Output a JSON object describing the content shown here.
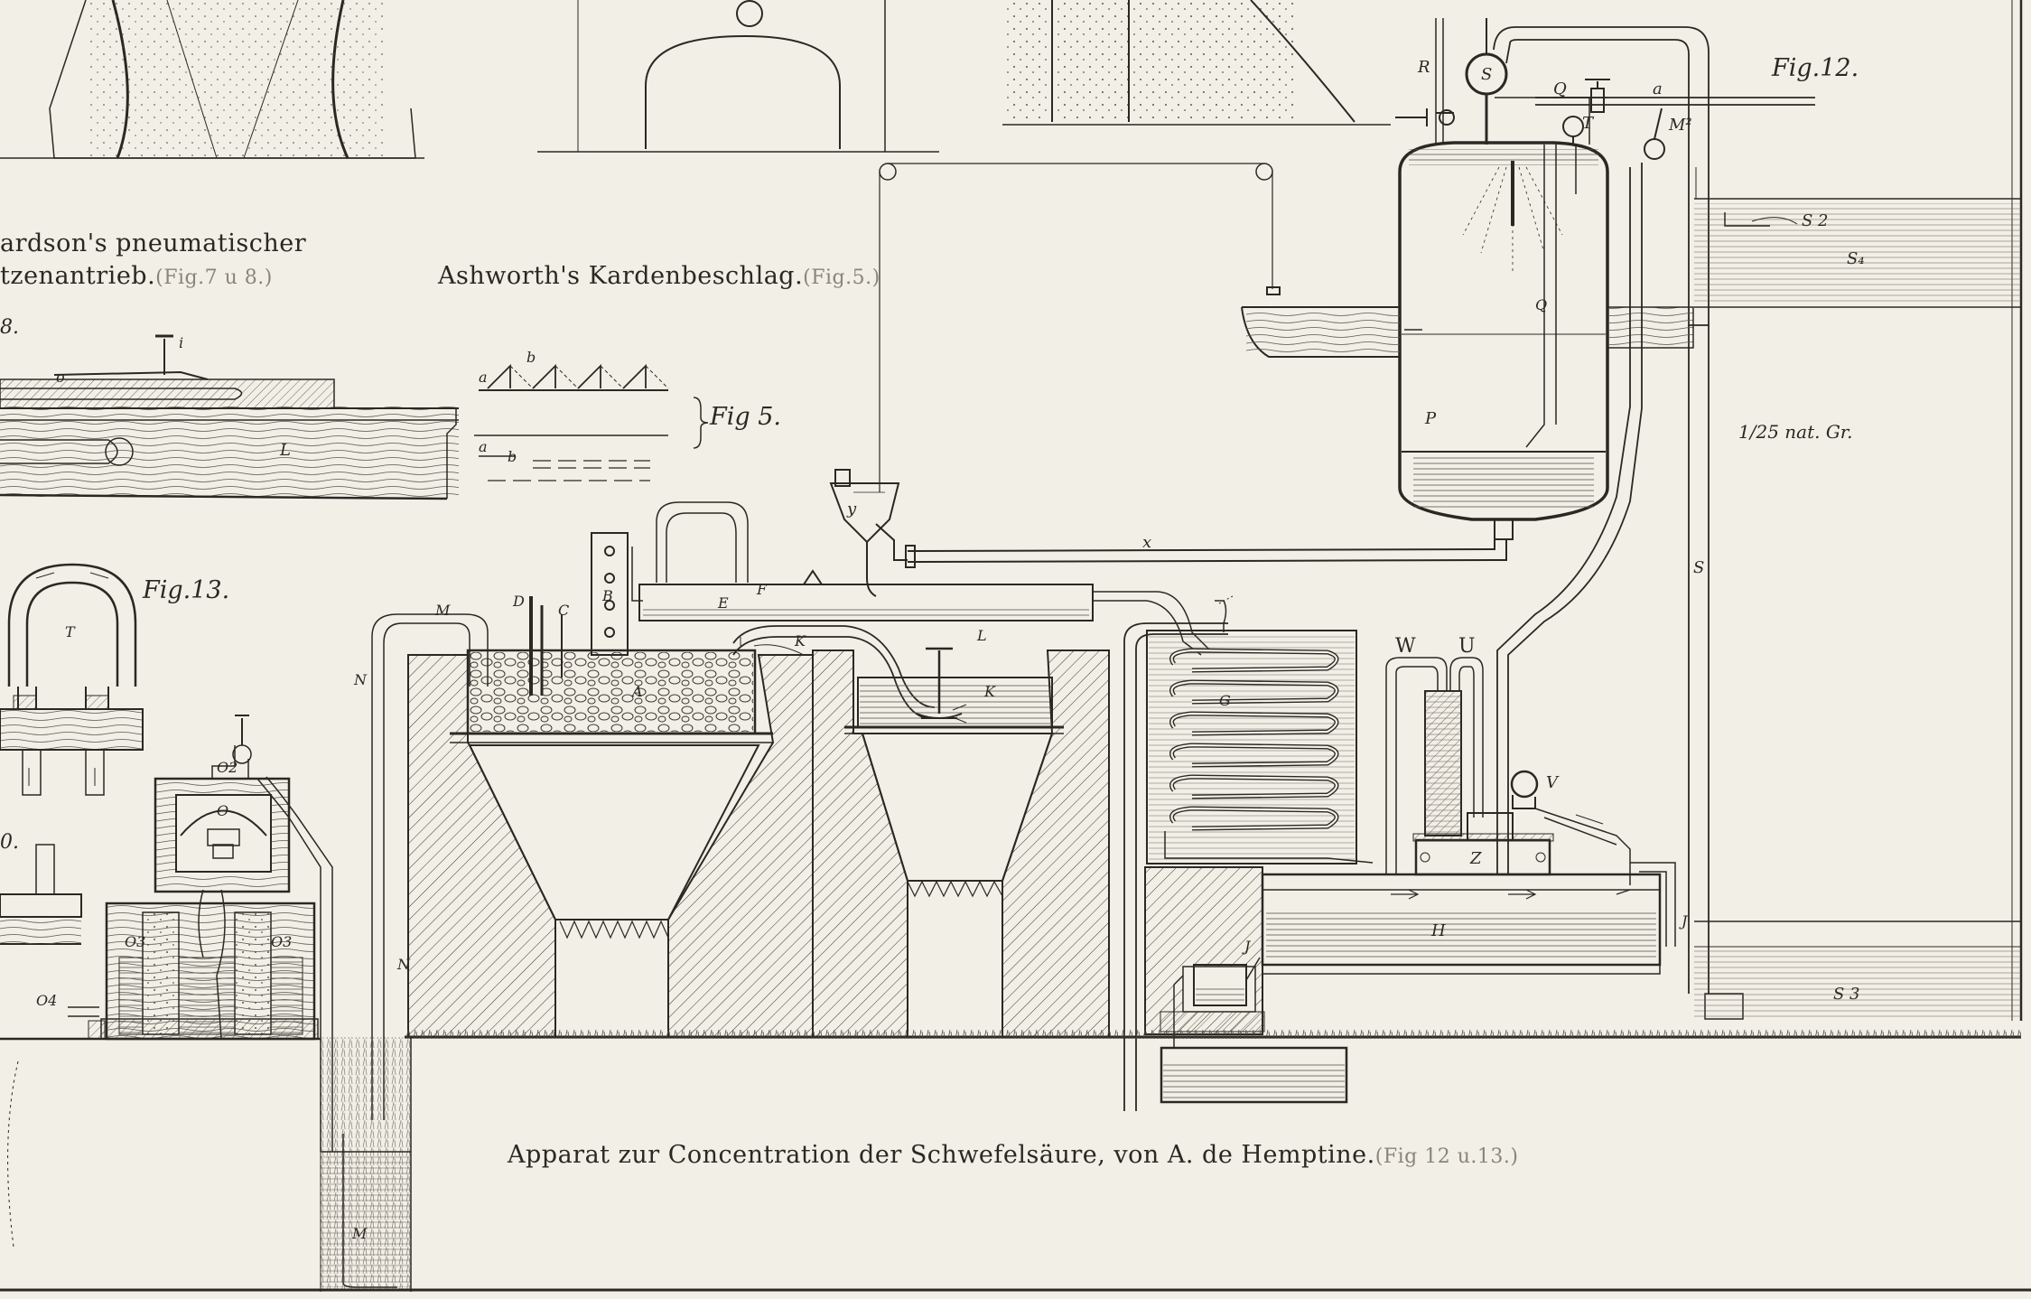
{
  "captions": {
    "richardson_line1": "ardson's pneumatischer",
    "richardson_line2": "tzenantrieb.",
    "richardson_ref": "(Fig.7 u 8.)",
    "ashworth_title": "Ashworth's Kardenbeschlag.",
    "ashworth_ref": "(Fig.5.)",
    "hemptine_title": "Apparat zur Concentration der Schwefelsäure, von A. de Hemptine.",
    "hemptine_ref": "(Fig 12 u.13.)"
  },
  "figure_labels": {
    "fig12": "Fig.12.",
    "fig13": "Fig.13.",
    "fig5": "Fig 5.",
    "fig8_partial": "8.",
    "fig_partial_left": "0.",
    "scale": "1/25 nat. Gr."
  },
  "letters": {
    "R": "R",
    "S_top": "S",
    "Q": "Q",
    "a_top": "a",
    "T": "T",
    "M2": "M²",
    "S2": "S 2",
    "S4": "S₄",
    "Q_low": "Q",
    "P": "P",
    "x": "x",
    "y": "y",
    "S_right": "S",
    "E": "E",
    "F": "F",
    "B": "B",
    "D": "D",
    "C": "C",
    "M": "M",
    "N_top": "N",
    "N_low": "N",
    "A": "A",
    "K_pipe": "K",
    "L": "L",
    "K_tank": "K",
    "G": "G",
    "W": "W",
    "U": "U",
    "V": "V",
    "Z": "Z",
    "H": "H",
    "J_right": "J",
    "J_left": "J",
    "S3": "S 3",
    "M_bottom": "M",
    "T13": "T",
    "O2": "O2",
    "O": "O",
    "O3a": "O3",
    "O3b": "O3",
    "O4": "O4",
    "a5": "a",
    "b5": "b",
    "a5b": "a",
    "b5b": "b",
    "L8": "L",
    "i8": "i",
    "o8": "o"
  },
  "colors": {
    "paper": "#f2efe6",
    "ink": "#2b2824",
    "faint_ink": "#8a857c"
  }
}
